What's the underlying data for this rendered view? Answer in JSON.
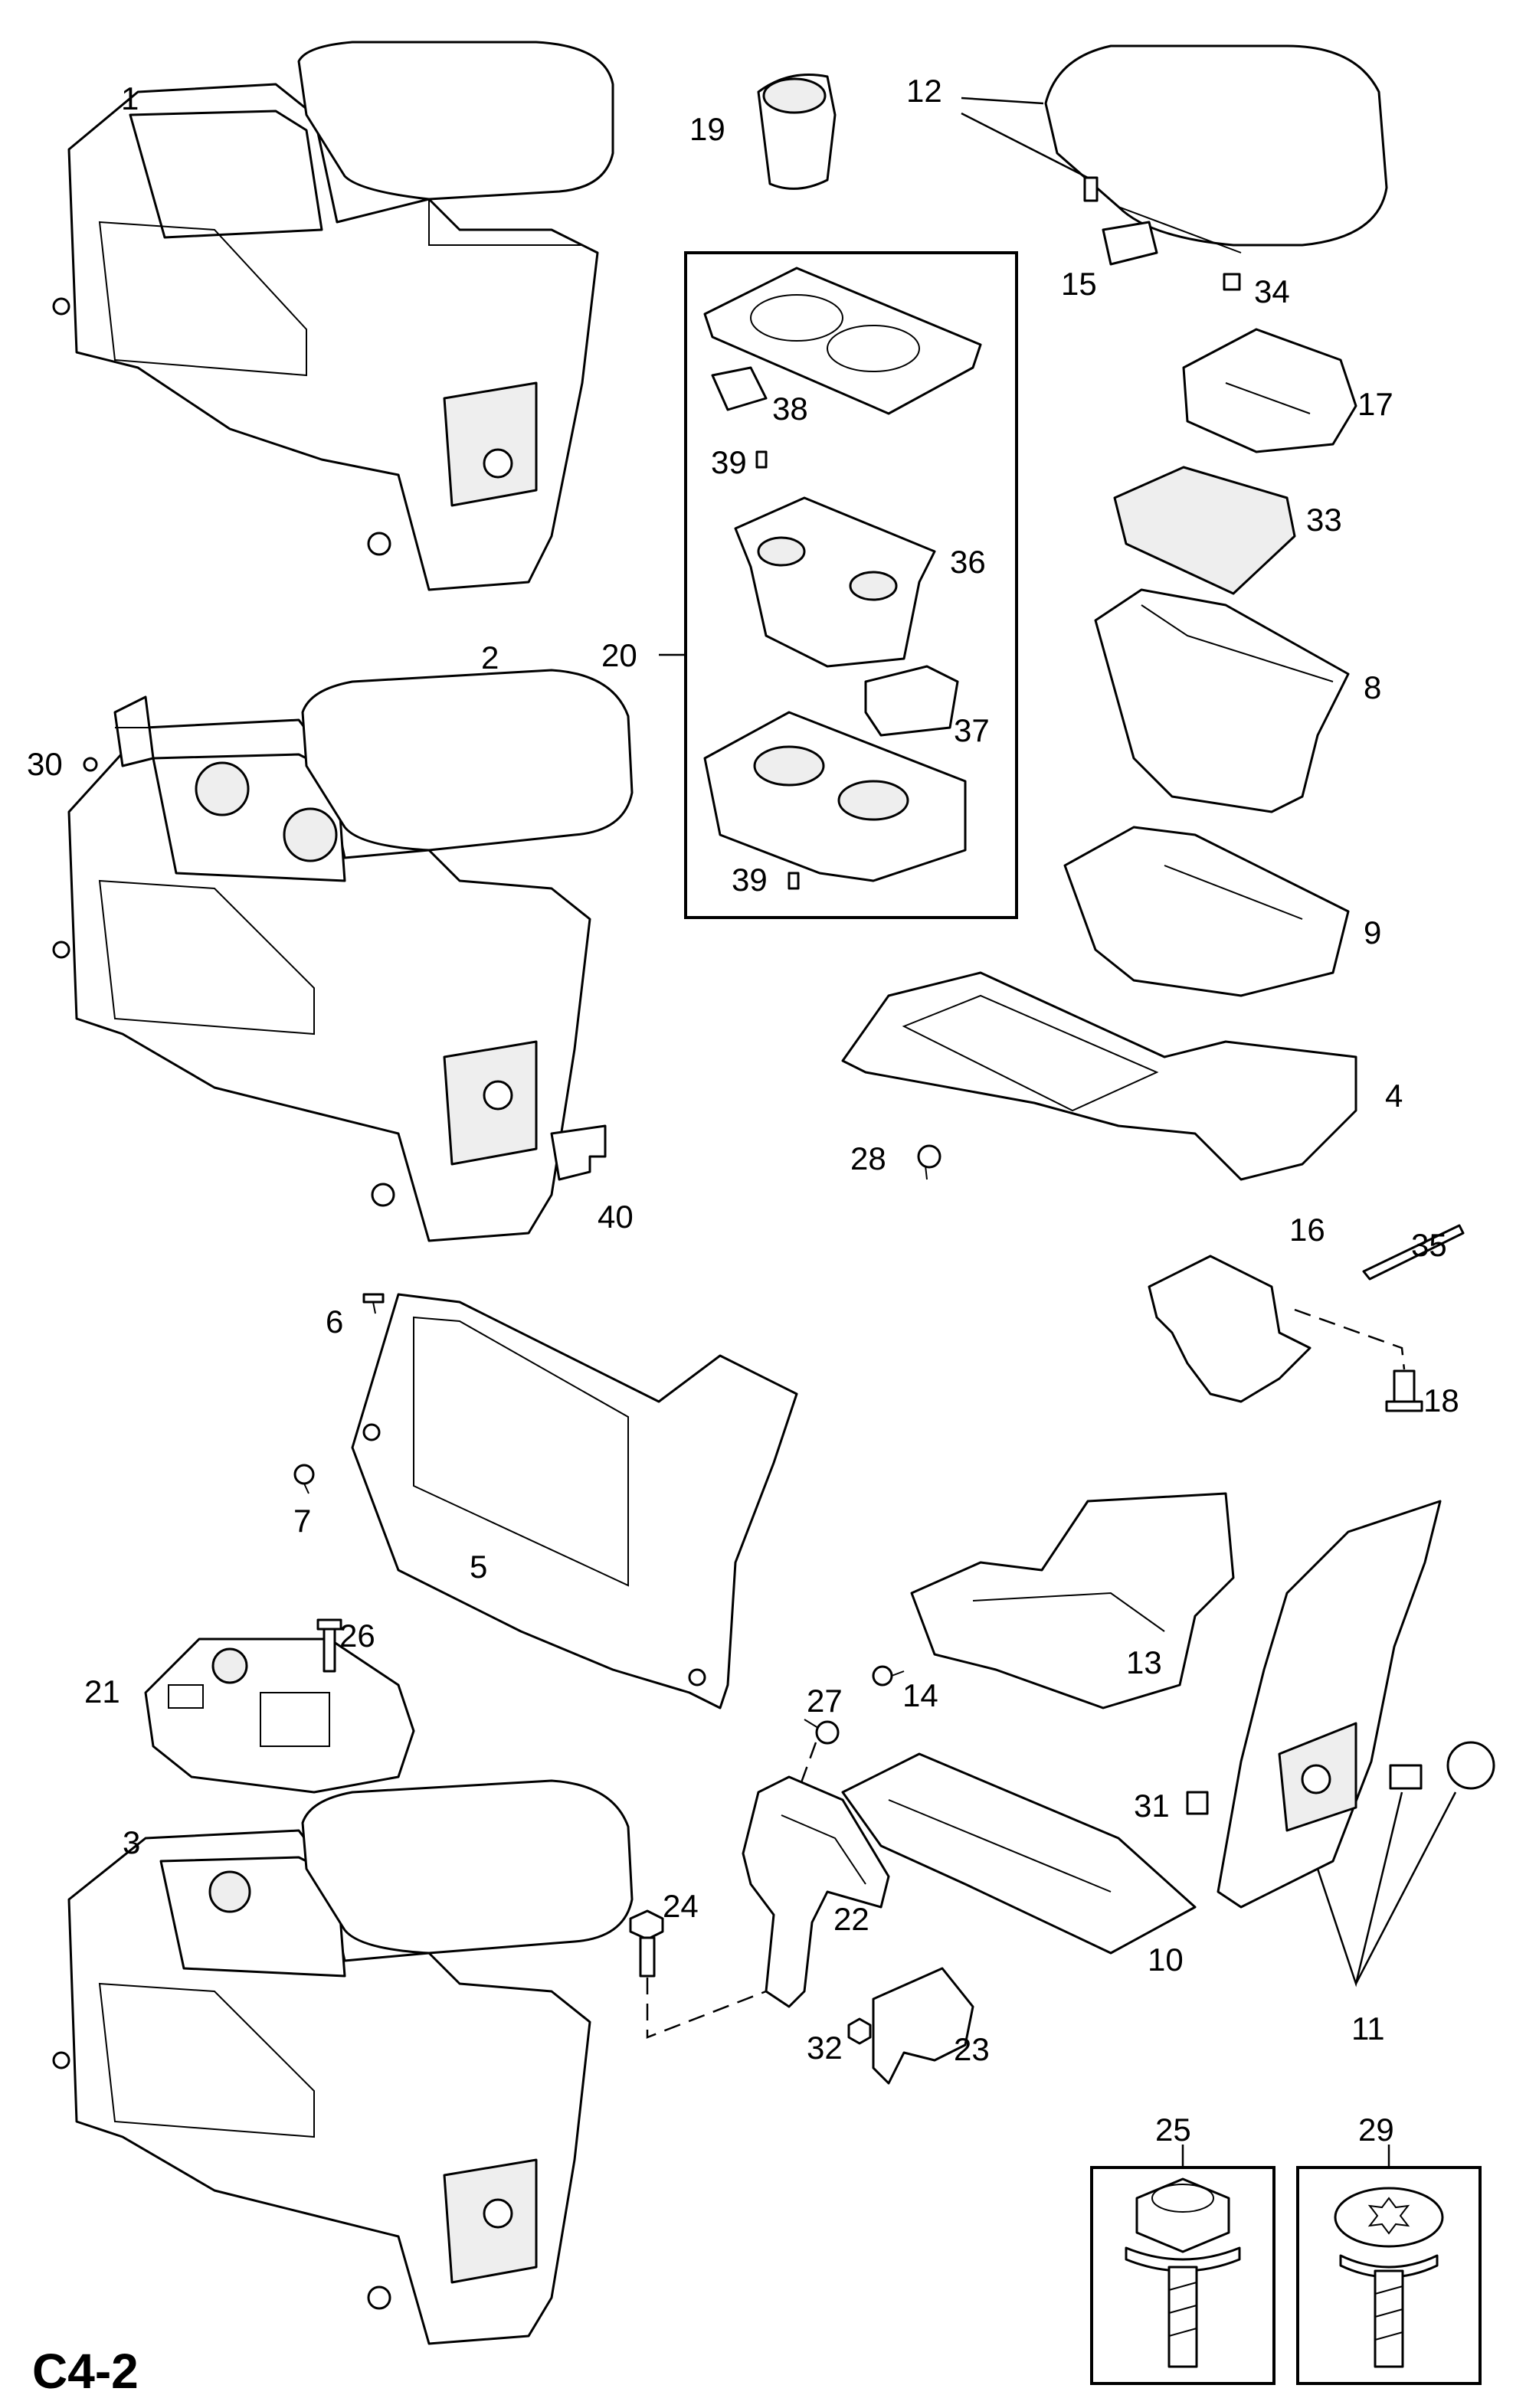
{
  "diagram_code": "C4-2",
  "callouts": [
    "1",
    "2",
    "3",
    "4",
    "5",
    "6",
    "7",
    "8",
    "9",
    "10",
    "11",
    "12",
    "13",
    "14",
    "15",
    "16",
    "17",
    "18",
    "19",
    "20",
    "21",
    "22",
    "23",
    "24",
    "25",
    "26",
    "27",
    "28",
    "29",
    "30",
    "31",
    "32",
    "33",
    "34",
    "35",
    "36",
    "37",
    "38",
    "39",
    "39",
    "40"
  ],
  "detail_boxes": [
    "25",
    "29"
  ]
}
